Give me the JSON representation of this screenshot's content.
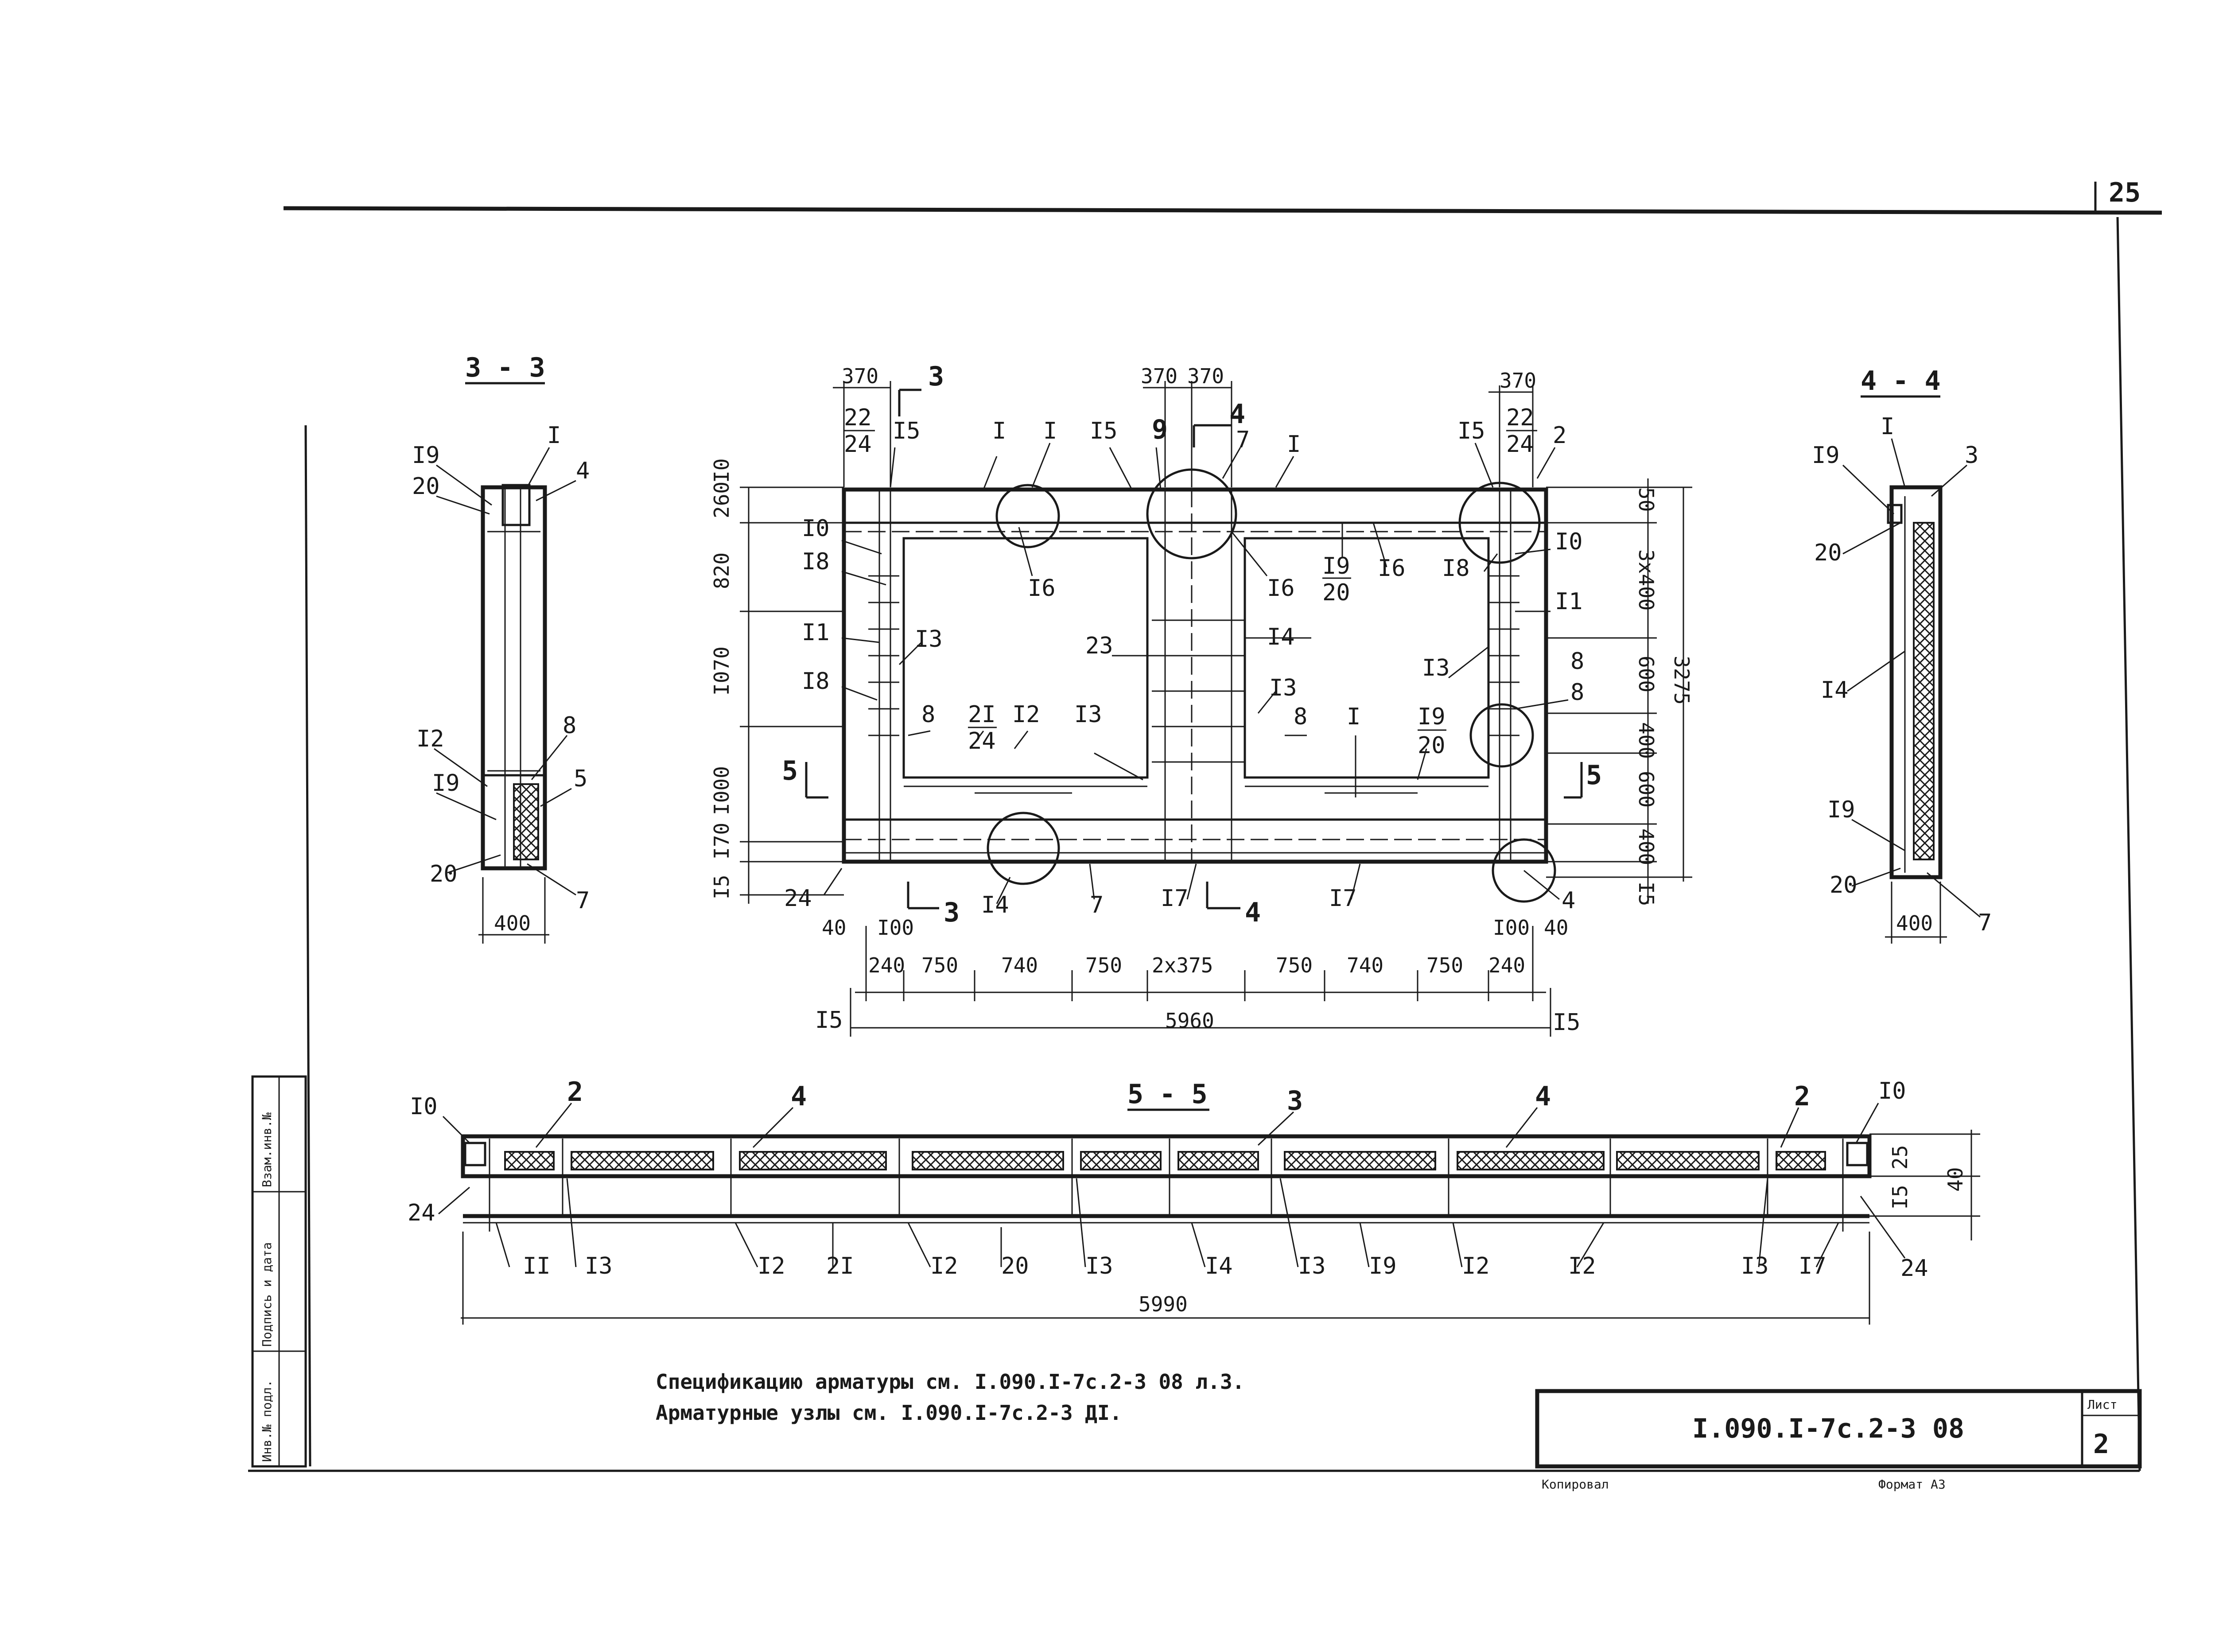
{
  "sheet": {
    "page_number": "25",
    "doc_code": "I.090.I-7c.2-3 08",
    "sheet_label": "Лист",
    "sheet_number": "2",
    "kopiroval": "Копировал",
    "format": "Формат А3"
  },
  "notes": [
    "Спецификацию арматуры см. I.090.I-7c.2-3 08 л.3.",
    "Арматурные узлы см. I.090.I-7c.2-3 ДI."
  ],
  "stamp_left": [
    "Взам.инв.№",
    "Подпись и дата",
    "Инв.№ подл."
  ],
  "section_titles": {
    "s33": "3 - 3",
    "s44": "4 - 4",
    "s55": "5 - 5"
  },
  "sec33": {
    "labels": [
      "I9",
      "20",
      "I",
      "4",
      "I2",
      "I9",
      "20",
      "8",
      "5",
      "7"
    ],
    "width": "400"
  },
  "sec44": {
    "labels": [
      "I9",
      "I",
      "3",
      "20",
      "I4",
      "I9",
      "20",
      "7"
    ],
    "width": "400"
  },
  "elevation": {
    "top_dims": [
      "370",
      "370",
      "370",
      "370"
    ],
    "left_dims": [
      "I0",
      "260",
      "820",
      "I070",
      "I000",
      "I70",
      "I5"
    ],
    "right_dims": [
      "50",
      "3x400",
      "600",
      "400",
      "600",
      "400",
      "I5"
    ],
    "total_height": "3275",
    "bottom_dims": [
      "240",
      "750",
      "740",
      "750",
      "2x375",
      "750",
      "740",
      "750",
      "240"
    ],
    "small_dims": [
      "40",
      "I00",
      "I00",
      "40"
    ],
    "total_width": "5960",
    "edge_marks": [
      "I5",
      "I5"
    ],
    "cut_marks": [
      "3",
      "4",
      "5",
      "5",
      "3",
      "4"
    ],
    "labels": [
      "22",
      "24",
      "I5",
      "I",
      "I",
      "I5",
      "9",
      "7",
      "I",
      "I5",
      "22",
      "24",
      "2",
      "I0",
      "I8",
      "I6",
      "I6",
      "I9",
      "20",
      "I6",
      "I8",
      "I0",
      "I1",
      "I1",
      "I3",
      "23",
      "I4",
      "I3",
      "I3",
      "8",
      "I8",
      "8",
      "2I",
      "24",
      "I2",
      "I3",
      "8",
      "I",
      "I9",
      "20",
      "8",
      "24",
      "I4",
      "7",
      "I7",
      "I7",
      "4"
    ]
  },
  "sec55": {
    "top_labels": [
      "I0",
      "2",
      "4",
      "3",
      "4",
      "2",
      "I0"
    ],
    "bottom_labels": [
      "II",
      "I3",
      "I2",
      "2I",
      "I2",
      "20",
      "I3",
      "I4",
      "I3",
      "I9",
      "I2",
      "I2",
      "I3",
      "I7"
    ],
    "side_labels": [
      "24",
      "24"
    ],
    "right_dims": [
      "25",
      "I5",
      "40"
    ],
    "total_width": "5990"
  }
}
